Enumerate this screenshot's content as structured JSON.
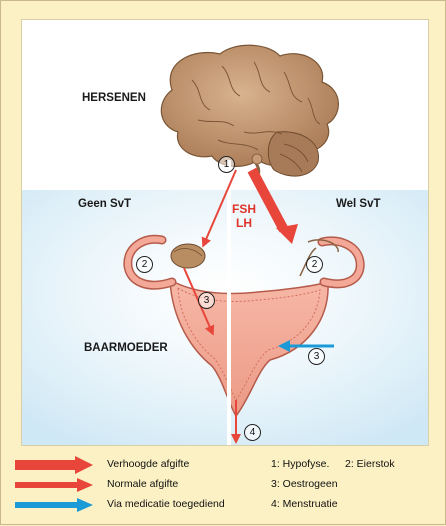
{
  "labels": {
    "brain": "HERSENEN",
    "no_pill": "Geen SvT",
    "pill": "Wel SvT",
    "uterus": "BAARMOEDER",
    "fsh": "FSH",
    "lh": "LH"
  },
  "markers": {
    "pituitary": "1",
    "ovary_left": "2",
    "ovary_right": "2",
    "estrogen_internal": "3",
    "estrogen_external": "3",
    "menstruation": "4"
  },
  "legend": {
    "items": [
      {
        "label": "Verhoogde afgifte",
        "color": "#e8463b"
      },
      {
        "label": "Normale afgifte",
        "color": "#e8463b"
      },
      {
        "label": "Via medicatie toegediend",
        "color": "#1a9ad6"
      }
    ],
    "key": {
      "line1_a": "1: Hypofyse.",
      "line1_b": "2: Eierstok",
      "line2": "3: Oestrogeen",
      "line3": "4: Menstruatie"
    }
  },
  "colors": {
    "hormone_red": "#e8463b",
    "medication_blue": "#1a9ad6",
    "brain": "#c9a07a",
    "uterus": "#f0a99a",
    "sky": "#d6ecf6",
    "background": "#fbf1c4"
  }
}
